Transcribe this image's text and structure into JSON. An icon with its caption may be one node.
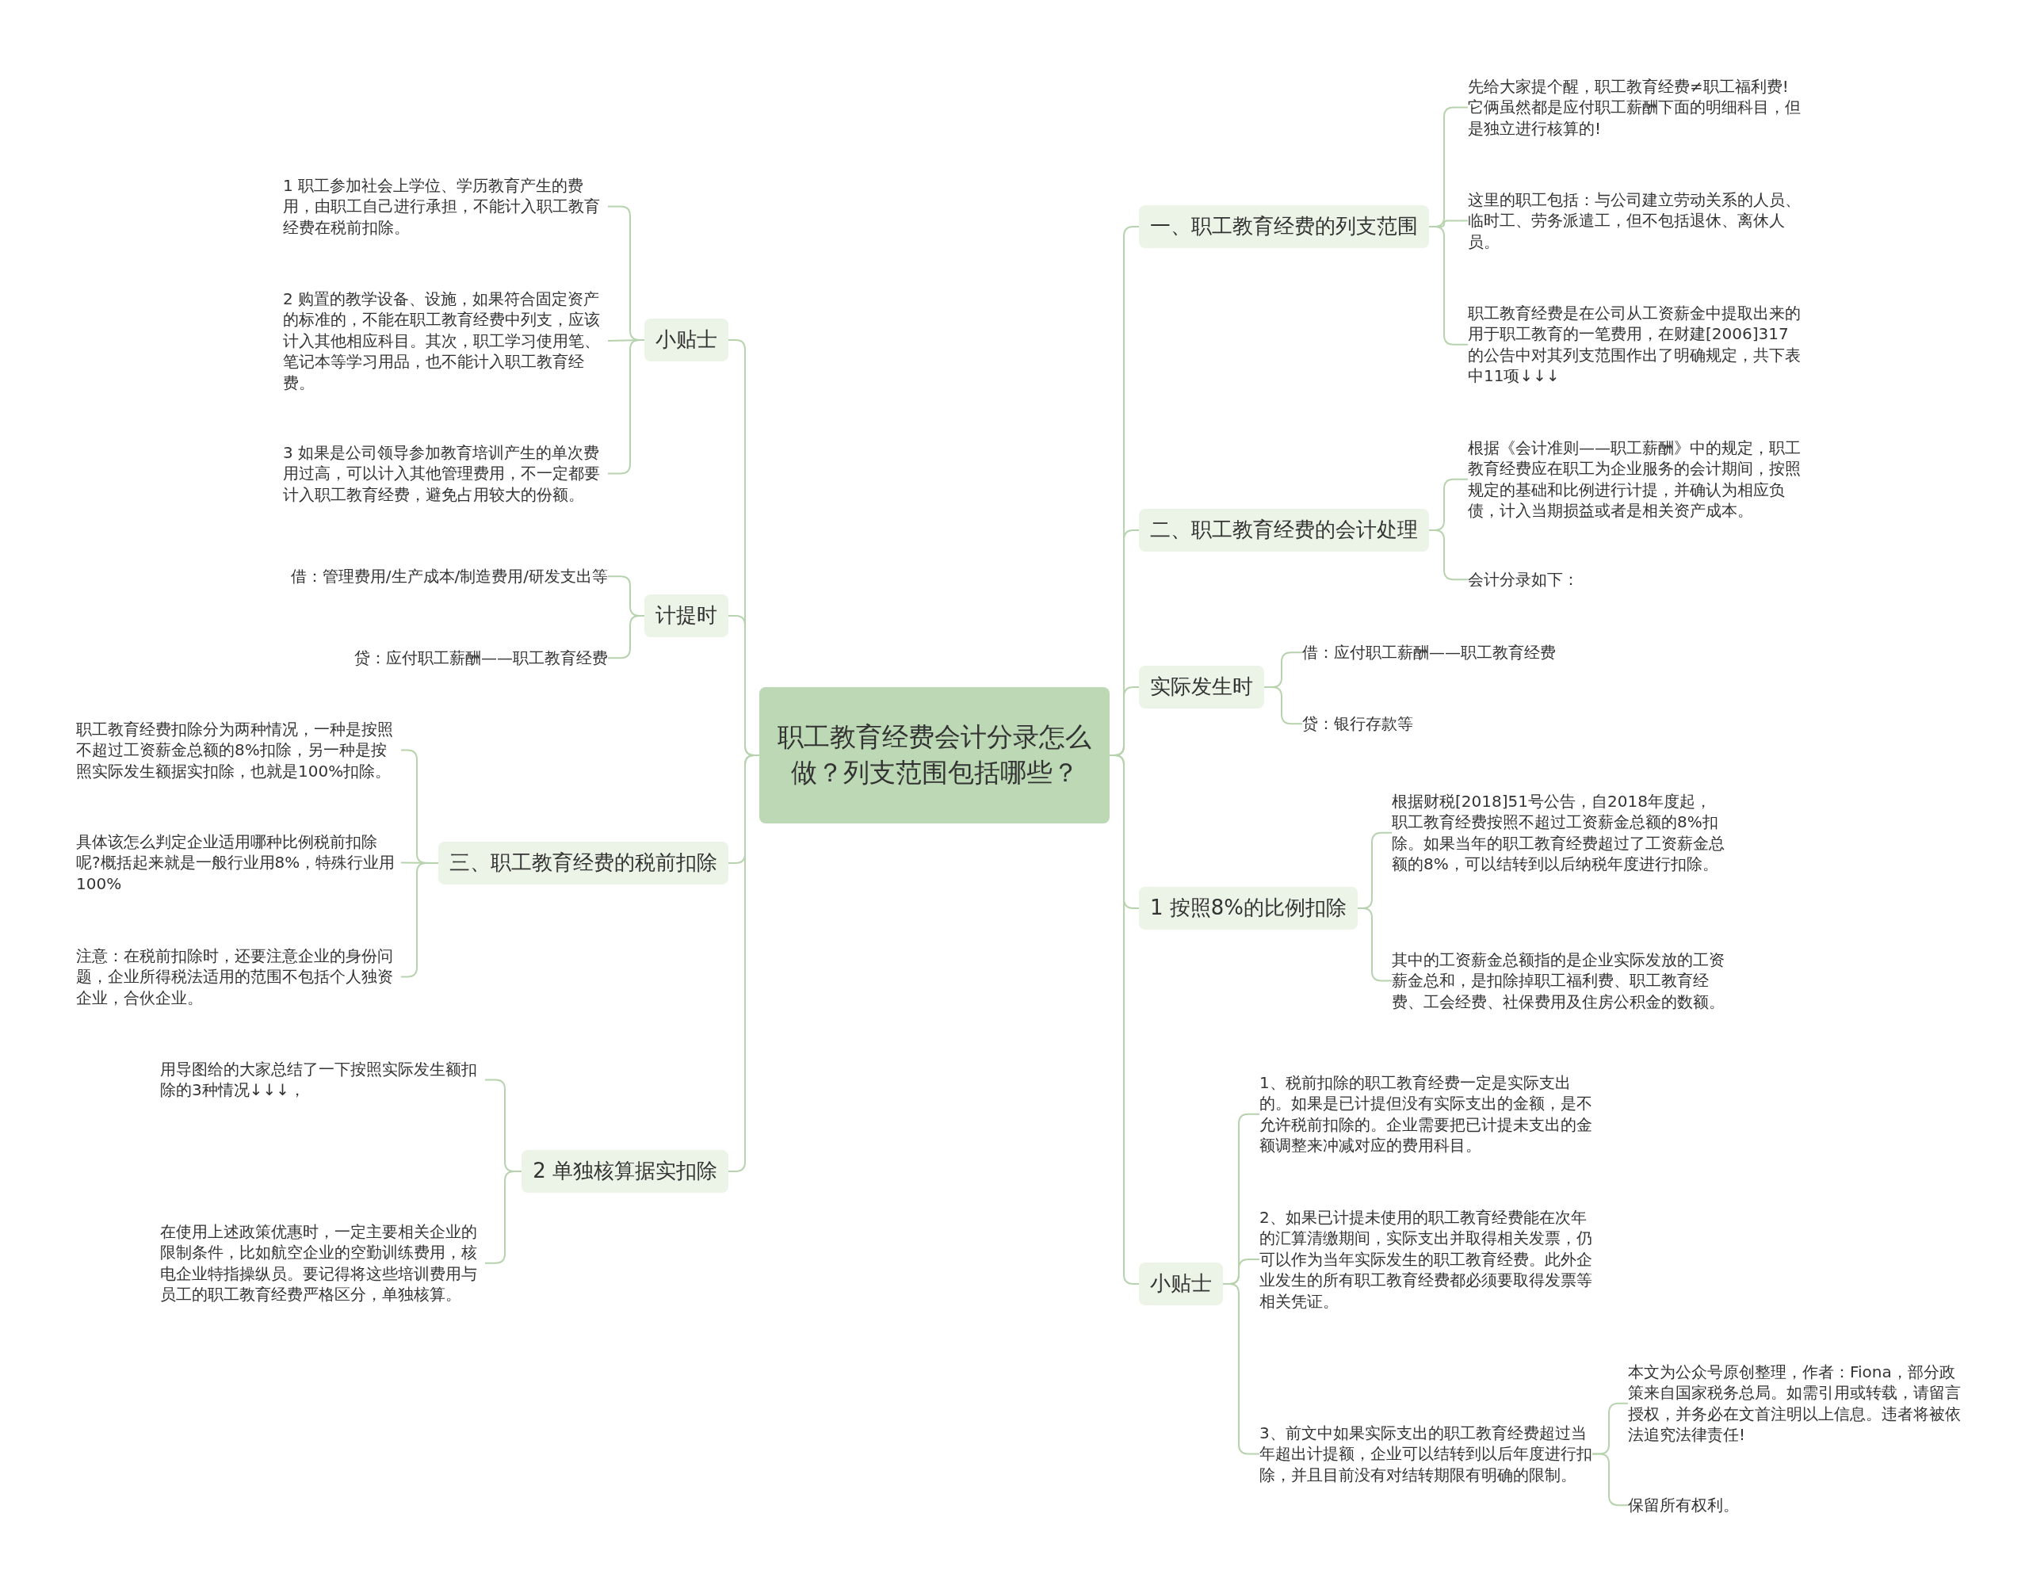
{
  "diagram": {
    "nodes": [
      {
        "text": [
          "职工教育经费会计分录怎么做？列支范围包括哪些？"
        ]
      },
      {
        "text": [
          "一、职工教育经费的列支范围"
        ]
      },
      {
        "text": [
          "二、职工教育经费的会计处理"
        ]
      },
      {
        "text": [
          "实际发生时"
        ]
      },
      {
        "text": [
          "1 按照8%的比例扣除"
        ]
      },
      {
        "text": [
          "小贴士"
        ]
      },
      {
        "text": [
          "小贴士"
        ]
      },
      {
        "text": [
          "计提时"
        ]
      },
      {
        "text": [
          "三、职工教育经费的税前扣除"
        ]
      },
      {
        "text": [
          "2 单独核算据实扣除"
        ]
      },
      {
        "text": [
          "先给大家提个醒，职工教育经费≠职工福利费!它俩虽然都是应付职工薪酬下面的明细科目，但是独立进行核算的!"
        ]
      },
      {
        "text": [
          "这里的职工包括：与公司建立劳动关系的人员、临时工、劳务派遣工，但不包括退休、离休人员。"
        ]
      },
      {
        "text": [
          "职工教育经费是在公司从工资薪金中提取出来的用于职工教育的一笔费用，在财建[2006]317的公告中对其列支范围作出了明确规定，共下表中11项↓↓↓"
        ]
      },
      {
        "text": [
          "根据《会计准则——职工薪酬》中的规定，职工教育经费应在职工为企业服务的会计期间，按照规定的基础和比例进行计提，并确认为相应负债，计入当期损益或者是相关资产成本。"
        ]
      },
      {
        "text": [
          "会计分录如下："
        ]
      },
      {
        "text": [
          "借：应付职工薪酬——职工教育经费"
        ]
      },
      {
        "text": [
          "贷：银行存款等"
        ]
      },
      {
        "text": [
          "根据财税[2018]51号公告，自2018年度起，职工教育经费按照不超过工资薪金总额的8%扣除。如果当年的职工教育经费超过了工资薪金总额的8%，可以结转到以后纳税年度进行扣除。"
        ]
      },
      {
        "text": [
          "其中的工资薪金总额指的是企业实际发放的工资薪金总和，是扣除掉职工福利费、职工教育经费、工会经费、社保费用及住房公积金的数额。"
        ]
      },
      {
        "text": [
          "1、税前扣除的职工教育经费一定是实际支出的。如果是已计提但没有实际支出的金额，是不允许税前扣除的。企业需要把已计提未支出的金额调整来冲减对应的费用科目。"
        ]
      },
      {
        "text": [
          "2、如果已计提未使用的职工教育经费能在次年的汇算清缴期间，实际支出并取得相关发票，仍可以作为当年实际发生的职工教育经费。此外企业发生的所有职工教育经费都必须要取得发票等相关凭证。"
        ]
      },
      {
        "text": [
          "3、前文中如果实际支出的职工教育经费超过当年超出计提额，企业可以结转到以后年度进行扣除，并且目前没有对结转期限有明确的限制。"
        ]
      },
      {
        "text": [
          "本文为公众号原创整理，作者：Fiona，部分政策来自国家税务总局。如需引用或转载，请留言授权，并务必在文首注明以上信息。违者将被依法追究法律责任!"
        ]
      },
      {
        "text": [
          "保留所有权利。"
        ]
      },
      {
        "text": [
          "1 职工参加社会上学位、学历教育产生的费用，由职工自己进行承担，不能计入职工教育经费在税前扣除。"
        ]
      },
      {
        "text": [
          "2 购置的教学设备、设施，如果符合固定资产的标准的，不能在职工教育经费中列支，应该计入其他相应科目。其次，职工学习使用笔、笔记本等学习用品，也不能计入职工教育经费。"
        ]
      },
      {
        "text": [
          "3 如果是公司领导参加教育培训产生的单次费用过高，可以计入其他管理费用，不一定都要计入职工教育经费，避免占用较大的份额。"
        ]
      },
      {
        "text": [
          "借：管理费用/生产成本/制造费用/研发支出等"
        ]
      },
      {
        "text": [
          "贷：应付职工薪酬——职工教育经费"
        ]
      },
      {
        "text": [
          "职工教育经费扣除分为两种情况，一种是按照不超过工资薪金总额的8%扣除，另一种是按照实际发生额据实扣除，也就是100%扣除。"
        ]
      },
      {
        "text": [
          "具体该怎么判定企业适用哪种比例税前扣除呢?概括起来就是一般行业用8%，特殊行业用100%"
        ]
      },
      {
        "text": [
          "注意：在税前扣除时，还要注意企业的身份问题，企业所得税法适用的范围不包括个人独资企业，合伙企业。"
        ]
      },
      {
        "text": [
          "用导图给的大家总结了一下按照实际发生额扣除的3种情况↓↓↓，"
        ]
      },
      {
        "text": [
          "在使用上述政策优惠时，一定主要相关企业的限制条件，比如航空企业的空勤训练费用，核电企业特指操纵员。要记得将这些培训费用与员工的职工教育经费严格区分，单独核算。"
        ]
      }
    ],
    "edges": [
      {
        "from": 0,
        "to": 1,
        "arrow": "none"
      },
      {
        "from": 0,
        "to": 2,
        "arrow": "none"
      },
      {
        "from": 0,
        "to": 3,
        "arrow": "none"
      },
      {
        "from": 0,
        "to": 4,
        "arrow": "none"
      },
      {
        "from": 0,
        "to": 5,
        "arrow": "none"
      },
      {
        "from": 0,
        "to": 6,
        "arrow": "none"
      },
      {
        "from": 0,
        "to": 7,
        "arrow": "none"
      },
      {
        "from": 0,
        "to": 8,
        "arrow": "none"
      },
      {
        "from": 0,
        "to": 9,
        "arrow": "none"
      },
      {
        "from": 1,
        "to": 10,
        "arrow": "none"
      },
      {
        "from": 1,
        "to": 11,
        "arrow": "none"
      },
      {
        "from": 1,
        "to": 12,
        "arrow": "none"
      },
      {
        "from": 2,
        "to": 13,
        "arrow": "none"
      },
      {
        "from": 2,
        "to": 14,
        "arrow": "none"
      },
      {
        "from": 3,
        "to": 15,
        "arrow": "none"
      },
      {
        "from": 3,
        "to": 16,
        "arrow": "none"
      },
      {
        "from": 4,
        "to": 17,
        "arrow": "none"
      },
      {
        "from": 4,
        "to": 18,
        "arrow": "none"
      },
      {
        "from": 5,
        "to": 19,
        "arrow": "none"
      },
      {
        "from": 5,
        "to": 20,
        "arrow": "none"
      },
      {
        "from": 5,
        "to": 21,
        "arrow": "none"
      },
      {
        "from": 21,
        "to": 22,
        "arrow": "none"
      },
      {
        "from": 21,
        "to": 23,
        "arrow": "none"
      },
      {
        "from": 6,
        "to": 24,
        "arrow": "none"
      },
      {
        "from": 6,
        "to": 25,
        "arrow": "none"
      },
      {
        "from": 6,
        "to": 26,
        "arrow": "none"
      },
      {
        "from": 7,
        "to": 27,
        "arrow": "none"
      },
      {
        "from": 7,
        "to": 28,
        "arrow": "none"
      },
      {
        "from": 8,
        "to": 29,
        "arrow": "none"
      },
      {
        "from": 8,
        "to": 30,
        "arrow": "none"
      },
      {
        "from": 8,
        "to": 31,
        "arrow": "none"
      },
      {
        "from": 9,
        "to": 32,
        "arrow": "none"
      },
      {
        "from": 9,
        "to": 33,
        "arrow": "none"
      }
    ]
  }
}
